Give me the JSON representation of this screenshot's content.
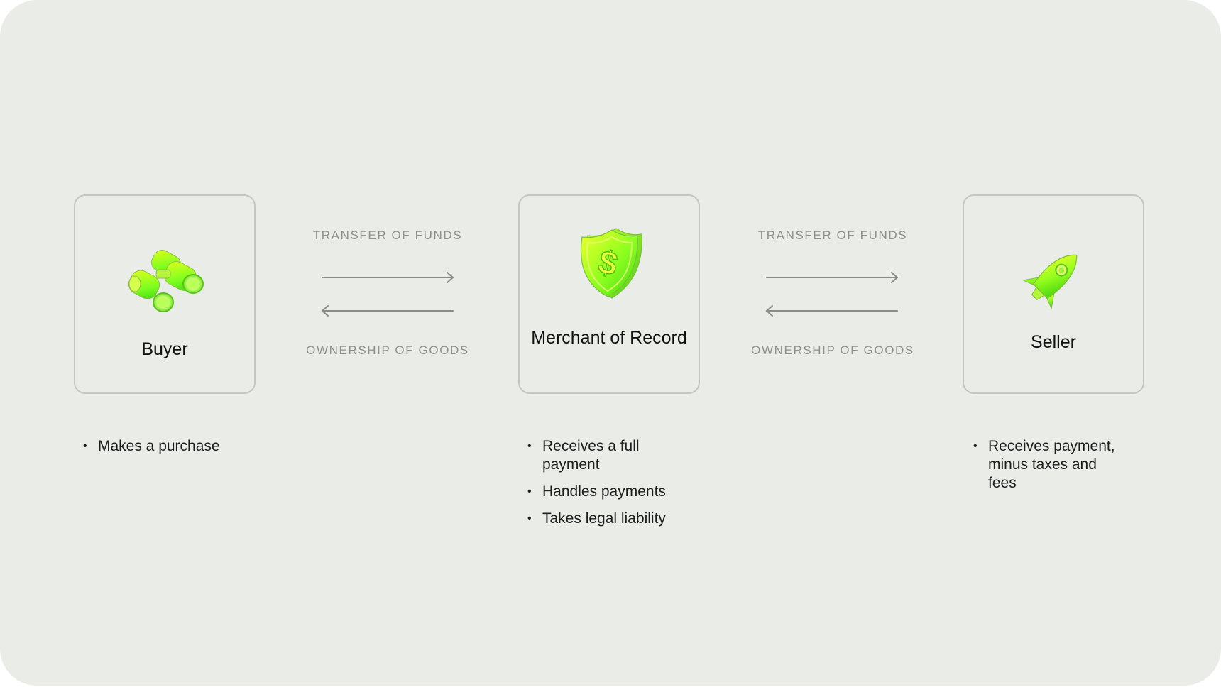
{
  "diagram": {
    "nodes": [
      {
        "id": "buyer",
        "label": "Buyer",
        "icon": "binoculars-icon",
        "bullets": [
          "Makes a purchase"
        ]
      },
      {
        "id": "mor",
        "label": "Merchant of Record",
        "icon": "shield-dollar-icon",
        "bullets": [
          "Receives a full payment",
          "Handles payments",
          "Takes legal liability"
        ]
      },
      {
        "id": "seller",
        "label": "Seller",
        "icon": "rocket-icon",
        "bullets": [
          "Receives payment, minus taxes and fees"
        ]
      }
    ],
    "flows": [
      {
        "from": "buyer",
        "to": "mor",
        "forward_label": "TRANSFER OF FUNDS",
        "backward_label": "OWNERSHIP OF GOODS"
      },
      {
        "from": "mor",
        "to": "seller",
        "forward_label": "TRANSFER OF FUNDS",
        "backward_label": "OWNERSHIP OF GOODS"
      }
    ]
  },
  "colors": {
    "background": "#eaece7",
    "card_border": "#c4c6c1",
    "flow_text": "#8e908b",
    "arrow": "#8a8c87",
    "accent_green": "#7dff1f",
    "accent_yellow": "#e8ff1a"
  }
}
